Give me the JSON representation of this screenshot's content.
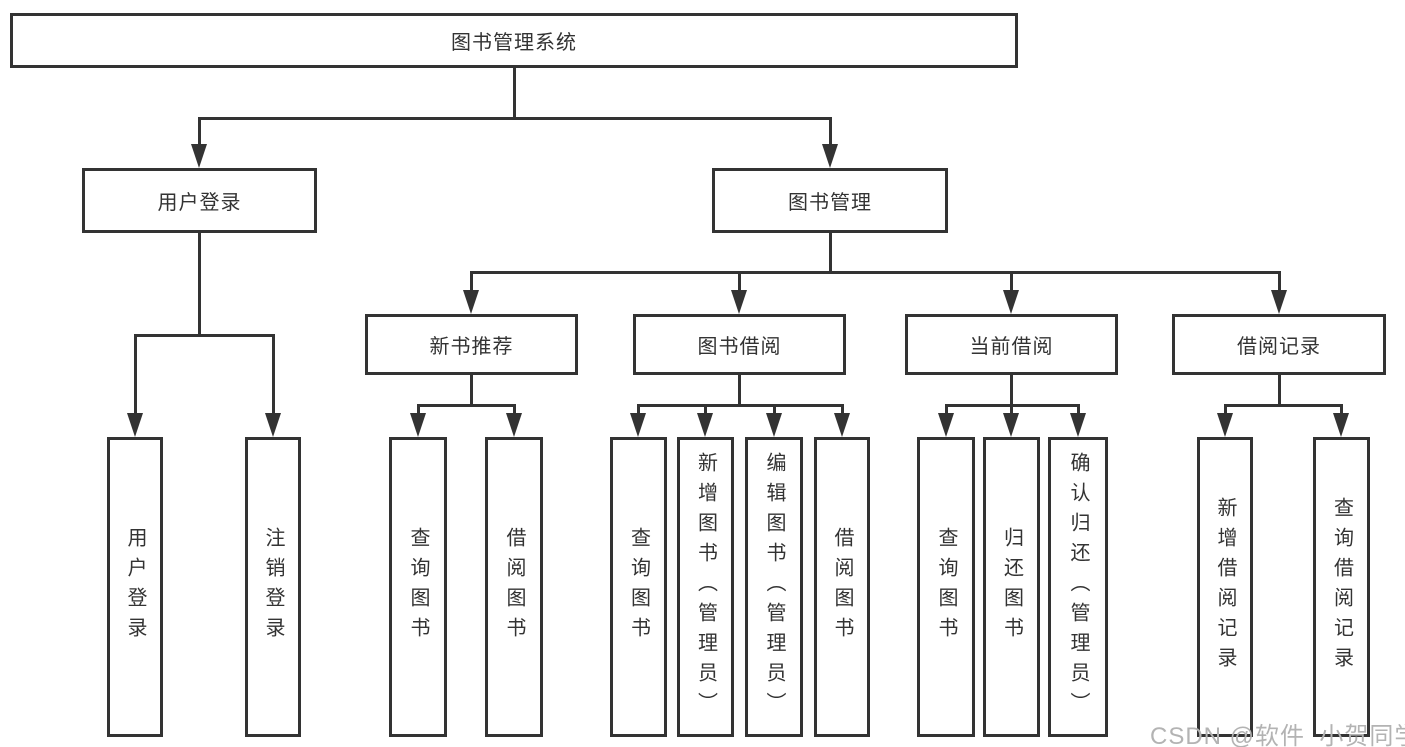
{
  "diagram": {
    "title": "图书管理系统",
    "level2": {
      "user_login": "用户登录",
      "book_management": "图书管理"
    },
    "level3": {
      "new_book_recommend": "新书推荐",
      "book_borrow": "图书借阅",
      "current_borrow": "当前借阅",
      "borrow_records": "借阅记录"
    },
    "leaves": {
      "user_login": [
        "用户登录",
        "注销登录"
      ],
      "new_book_recommend": [
        "查询图书",
        "借阅图书"
      ],
      "book_borrow": [
        "查询图书",
        "新增图书（管理员）",
        "编辑图书（管理员）",
        "借阅图书"
      ],
      "current_borrow": [
        "查询图书",
        "归还图书",
        "确认归还（管理员）"
      ],
      "borrow_records": [
        "新增借阅记录",
        "查询借阅记录"
      ]
    }
  },
  "watermark": "CSDN @软件_小贺同学",
  "colors": {
    "line": "#333333",
    "text": "#333333",
    "watermark": "#b3b3b3",
    "background": "#ffffff"
  }
}
